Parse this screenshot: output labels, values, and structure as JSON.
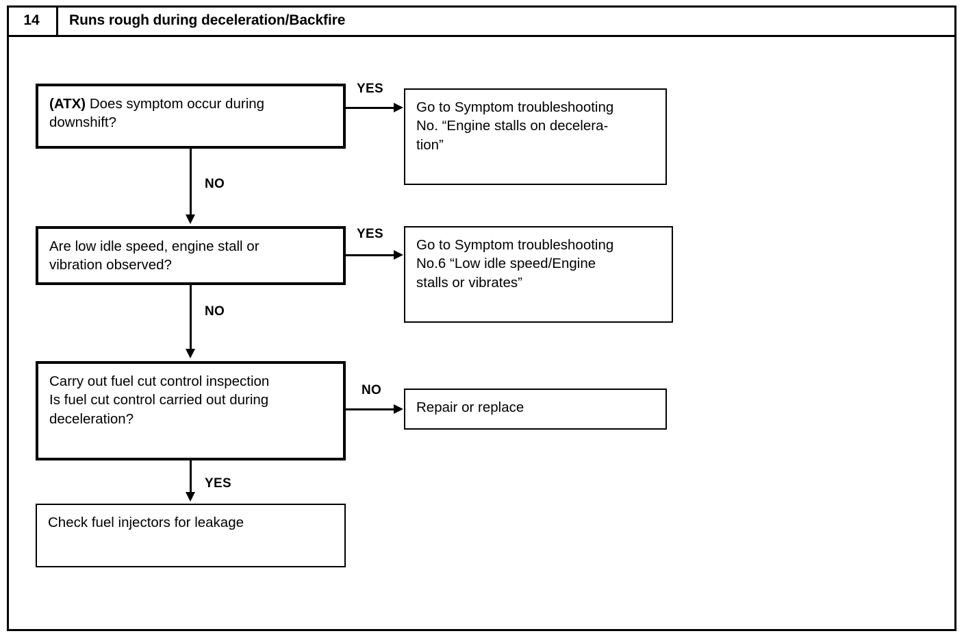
{
  "header": {
    "number": "14",
    "title": "Runs rough during deceleration/Backfire"
  },
  "diagram": {
    "type": "flowchart",
    "nodes": [
      {
        "id": "q1",
        "kind": "decision",
        "lines_prefix_bold": "(ATX)",
        "line1_rest": " Does symptom occur during",
        "line2": "downshift?"
      },
      {
        "id": "a1",
        "kind": "action",
        "line1": "Go to Symptom troubleshooting",
        "line2": "No. “Engine stalls on decelera-",
        "line3": "tion”"
      },
      {
        "id": "q2",
        "kind": "decision",
        "line1": "Are low idle speed, engine stall or",
        "line2": "vibration observed?"
      },
      {
        "id": "a2",
        "kind": "action",
        "line1": "Go to Symptom troubleshooting",
        "line2": "No.6 “Low idle speed/Engine",
        "line3": "stalls or vibrates”"
      },
      {
        "id": "q3",
        "kind": "decision",
        "line1": "Carry out fuel cut control inspection",
        "line2": "Is fuel cut control carried out during",
        "line3": "deceleration?"
      },
      {
        "id": "a3",
        "kind": "action",
        "line1": "Repair or replace"
      },
      {
        "id": "a4",
        "kind": "action",
        "line1": "Check fuel injectors for leakage"
      }
    ],
    "edges": [
      {
        "id": "e1",
        "from": "q1",
        "to": "a1",
        "label": "YES"
      },
      {
        "id": "e2",
        "from": "q1",
        "to": "q2",
        "label": "NO"
      },
      {
        "id": "e3",
        "from": "q2",
        "to": "a2",
        "label": "YES"
      },
      {
        "id": "e4",
        "from": "q2",
        "to": "q3",
        "label": "NO"
      },
      {
        "id": "e5",
        "from": "q3",
        "to": "a3",
        "label": "NO"
      },
      {
        "id": "e6",
        "from": "q3",
        "to": "a4",
        "label": "YES"
      }
    ]
  },
  "colors": {
    "ink": "#000000",
    "paper": "#ffffff"
  }
}
